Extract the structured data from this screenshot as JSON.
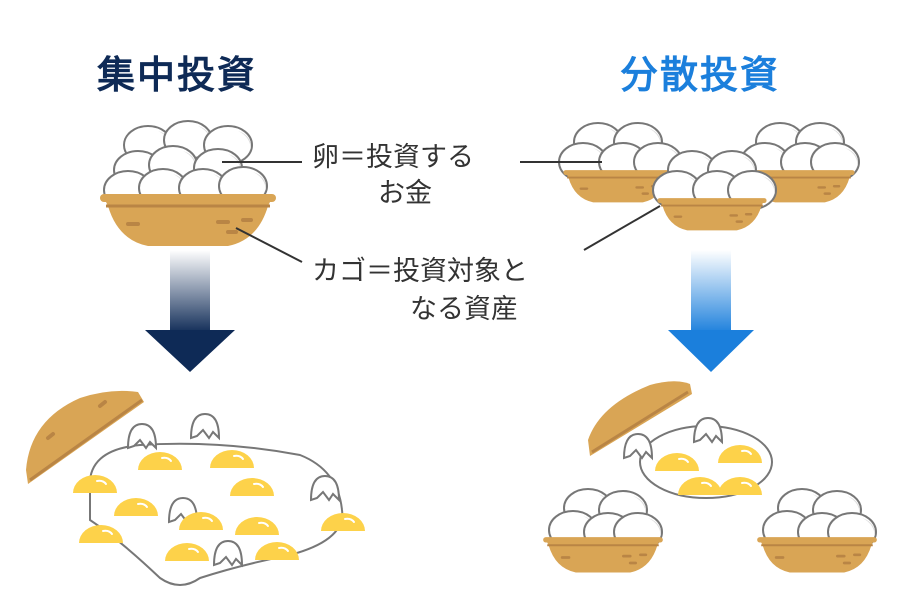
{
  "titles": {
    "left": "集中投資",
    "right": "分散投資"
  },
  "labels": {
    "egg_line1": "卵＝投資する",
    "egg_line2": "お金",
    "basket_line1": "カゴ＝投資対象と",
    "basket_line2": "なる資産"
  },
  "colors": {
    "left_title": "#0e2a56",
    "right_title": "#1b7fdc",
    "basket": "#d9a555",
    "basket_dark": "#b98545",
    "yolk": "#fdd24a",
    "egg_outline": "#777777",
    "label_text": "#333333"
  },
  "icons": {
    "left_arrow": "arrow-down-navy-gradient",
    "right_arrow": "arrow-down-blue-gradient"
  }
}
